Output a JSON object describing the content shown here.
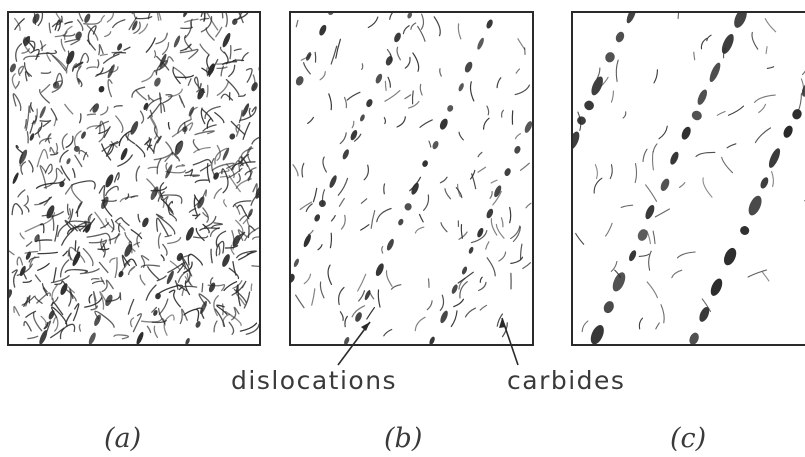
{
  "figure": {
    "panels": [
      {
        "id": "a",
        "caption": "(a)"
      },
      {
        "id": "b",
        "caption": "(b)"
      },
      {
        "id": "c",
        "caption": "(c)"
      }
    ],
    "annotations": {
      "dislocations": "dislocations",
      "carbides": "carbides"
    },
    "colors": {
      "ink": "#2a2a2a",
      "text": "#3a3a3a",
      "background": "#ffffff"
    }
  }
}
